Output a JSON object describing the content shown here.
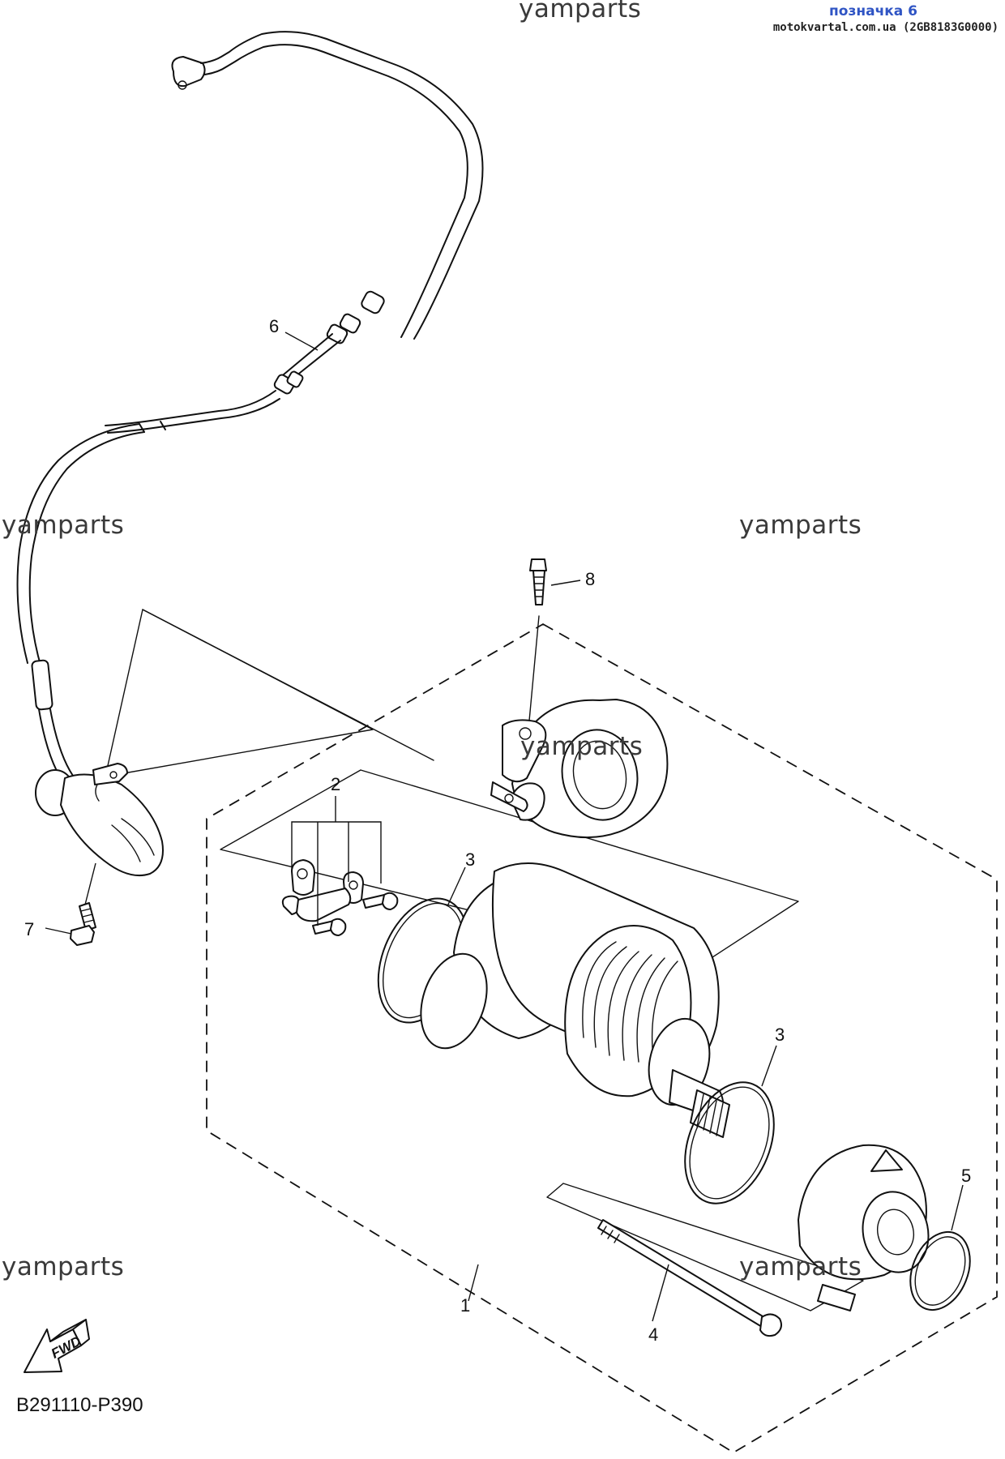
{
  "header": {
    "tag": "позначка 6",
    "source": "motokvartal.com.ua (2GB8183G0000)"
  },
  "watermark": "yamparts",
  "callouts": [
    "1",
    "2",
    "3",
    "3",
    "4",
    "5",
    "6",
    "7",
    "8"
  ],
  "fwd_label": "FWD",
  "reference_code": "B291110-P390",
  "colors": {
    "line": "#111111",
    "header_tag": "#2f54c4",
    "watermark": "#3a3a3a"
  }
}
